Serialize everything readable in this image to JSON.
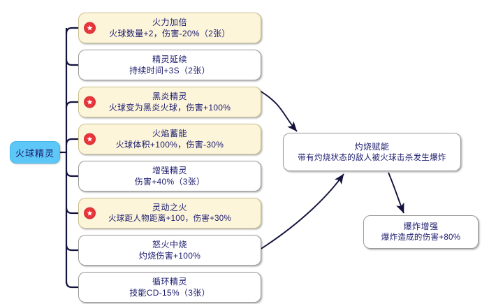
{
  "diagram": {
    "type": "skill-tree-mindmap",
    "root": {
      "label": "火球精灵"
    },
    "branches": [
      {
        "id": "b1",
        "title": "火力加倍",
        "desc": "火球数量+2，伤害-20%（2张）",
        "starred": true,
        "bg": "#fcf5da"
      },
      {
        "id": "b2",
        "title": "精灵延续",
        "desc": "持续时间+3S（2张）",
        "starred": false,
        "bg": "#ffffff"
      },
      {
        "id": "b3",
        "title": "黑炎精灵",
        "desc": "火球变为黑炎火球，伤害+100%",
        "starred": true,
        "bg": "#fcf5da"
      },
      {
        "id": "b4",
        "title": "火焰蓄能",
        "desc": "火球体积+100%，伤害-30%",
        "starred": true,
        "bg": "#fcf5da"
      },
      {
        "id": "b5",
        "title": "增强精灵",
        "desc": "伤害+40%（3张）",
        "starred": false,
        "bg": "#ffffff"
      },
      {
        "id": "b6",
        "title": "灵动之火",
        "desc": "火球距人物距离+100，伤害+30%",
        "starred": true,
        "bg": "#fcf5da"
      },
      {
        "id": "b7",
        "title": "怒火中烧",
        "desc": "灼烧伤害+100%",
        "starred": false,
        "bg": "#ffffff"
      },
      {
        "id": "b8",
        "title": "循环精灵",
        "desc": "技能CD-15%（3张）",
        "starred": false,
        "bg": "#ffffff"
      }
    ],
    "derived": [
      {
        "id": "d1",
        "title": "灼烧赋能",
        "desc": "带有灼烧状态的敌人被火球击杀发生爆炸"
      },
      {
        "id": "d2",
        "title": "爆炸增强",
        "desc": "爆炸造成的伤害+80%"
      }
    ],
    "arrows": [
      {
        "from": "黑炎精灵",
        "to": "灼烧赋能"
      },
      {
        "from": "怒火中烧",
        "to": "灼烧赋能"
      },
      {
        "from": "灼烧赋能",
        "to": "爆炸增强"
      }
    ],
    "colors": {
      "root_fill": "#5dc8f7",
      "starred_fill": "#fcf5da",
      "plain_fill": "#ffffff",
      "text": "#1b1b6e",
      "badge": "#e8353c",
      "connector": "#12123c",
      "border": "#9a9a9a"
    },
    "icons": {
      "star": "star-icon"
    }
  }
}
